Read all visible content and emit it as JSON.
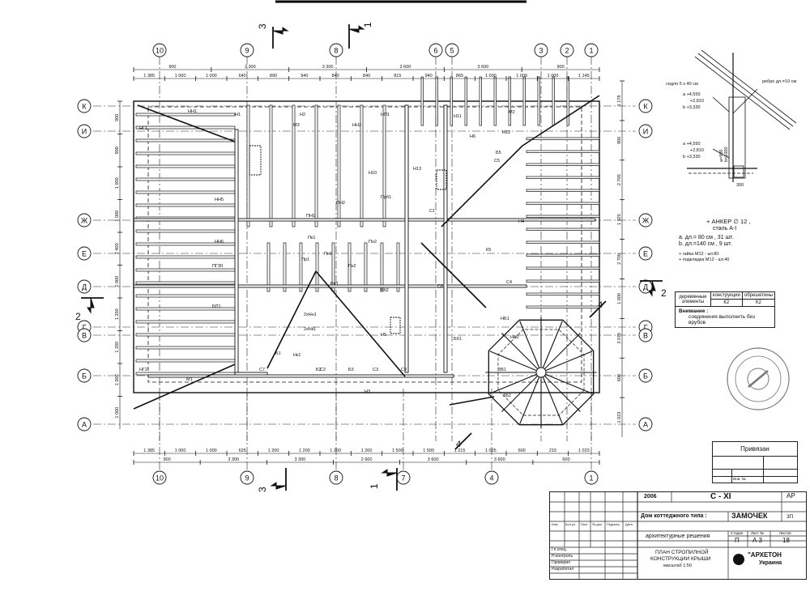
{
  "grid_columns_top": [
    "10",
    "9",
    "8",
    "6",
    "5",
    "3",
    "2",
    "1"
  ],
  "grid_columns_bottom": [
    "10",
    "9",
    "8",
    "7",
    "4",
    "1"
  ],
  "grid_rows": [
    "К",
    "И",
    "Ж",
    "Е",
    "Д",
    "Г",
    "В",
    "Б",
    "А"
  ],
  "top_dims_outer": [
    "900",
    "3 300",
    "3 300",
    "3 600",
    "3 600",
    "900"
  ],
  "top_dims_inner": [
    "1 385",
    "1 000",
    "1 000",
    "640",
    "890",
    "940",
    "840",
    "840",
    "815",
    "940",
    "865",
    "1 000",
    "1 000",
    "1 000",
    "1 145"
  ],
  "bottom_dims_inner": [
    "1 385",
    "1 000",
    "1 000",
    "625",
    "1 200",
    "1 200",
    "1 200",
    "1 200",
    "1 500",
    "1 500",
    "1 215",
    "1 025",
    "600",
    "215",
    "1 023"
  ],
  "bottom_dims_outer": [
    "900",
    "3 300",
    "3 300",
    "2 600",
    "3 600",
    "3 600",
    "600"
  ],
  "left_dims": [
    "900",
    "900",
    "1 000",
    "1 000",
    "2 400",
    "1 000",
    "1 200",
    "1 200",
    "1 000",
    "1 000"
  ],
  "right_dims": [
    "1 178",
    "900",
    "2 700",
    "1 325",
    "2 700",
    "1 000",
    "3 075",
    "600",
    "1 023"
  ],
  "section_marks": {
    "top_3": "3",
    "top_1": "1",
    "bottom_3": "3",
    "bottom_1": "1",
    "left_2": "2",
    "right_2": "2",
    "diag_4": "4"
  },
  "member_labels": [
    "НН1",
    "Н1",
    "Н2",
    "НН2",
    "НП1",
    "Н11",
    "Н12",
    "НГ1",
    "НГ2",
    "НН5",
    "НН6",
    "ПГЗ0",
    "БП1",
    "Б1",
    "Б2",
    "Б3",
    "Б5",
    "Бб1",
    "Бб2",
    "Пк1",
    "Пк2",
    "Пр1",
    "Рп1",
    "С1",
    "С2",
    "С3",
    "С4",
    "С5",
    "С6",
    "С7",
    "С8",
    "М1",
    "М2",
    "М3",
    "Нк1",
    "НБ1",
    "НБ2",
    "ЗБ1",
    "ЗБ2",
    "Пн1",
    "Пн2",
    "2хНн1",
    "2хНк1",
    "Н3",
    "Н4",
    "Н5",
    "Н6",
    "Н10",
    "Н13",
    "К5",
    "ПН1",
    "ПН2",
    "Прб1"
  ],
  "detail": {
    "label_saddle": "седло 5 x 40 см",
    "label_rebro": "ребро дл.=10 см",
    "a1": "a +4,550",
    "b1": "+2,810",
    "c1": "b +3,330",
    "a2": "a +4,550",
    "b2": "+2,810",
    "c2": "b +3,330",
    "dim_300": "300",
    "dim_900": "a=900",
    "dim_1000": "b=1000"
  },
  "notes": {
    "anchor_title": "+ АНКЕР ∅ 12 ,",
    "anchor_steel": "сталь А-I",
    "a_line": "a.  дл.= 80 см , 31 шт.",
    "b_line": "b.  дл.=140 см , 9 шт.",
    "nut": "+ гайка    М12     - шт.80",
    "washer": "+ подкладка  М12  - шт.40"
  },
  "legend": {
    "col1": "деревянные элементы",
    "col2": "конструкции",
    "col3": "обрешетины",
    "val2": "К2",
    "val3": "К2",
    "warn_title": "Внимание :",
    "warn_text": "соединения выполнить без врубов"
  },
  "privyazan": {
    "title": "Привязан",
    "inv": "Инв. №"
  },
  "stamp": {
    "year": "2006",
    "code": "С - XI",
    "stage_code": "АР",
    "project": "Дом коттеджного типа  :",
    "name": "ЗАМОЧЕК",
    "variant": "3П",
    "section": "архитектурные решения",
    "stadia_h": "Стадия",
    "list_h": "Лист №",
    "listov_h": "Листов",
    "stadia": "П",
    "list": "А 3",
    "listov": "18",
    "title1": "ПЛАН  СТРОПИЛНОЙ",
    "title2": "КОНСТРУКЦИИ КРЫШИ",
    "scale": "масштаб 1:50",
    "company": "\"АРХЕТОН",
    "country": "Украина",
    "h_izm": "Изм.",
    "h_kol": "Кол.уч.",
    "h_list": "Лист",
    "h_ndok": "№ док.",
    "h_podp": "Подпись",
    "h_data": "Дата",
    "r1": "Гл.спец.",
    "r2": "Н.контроль",
    "r3": "Проверил",
    "r4": "Разработал"
  }
}
